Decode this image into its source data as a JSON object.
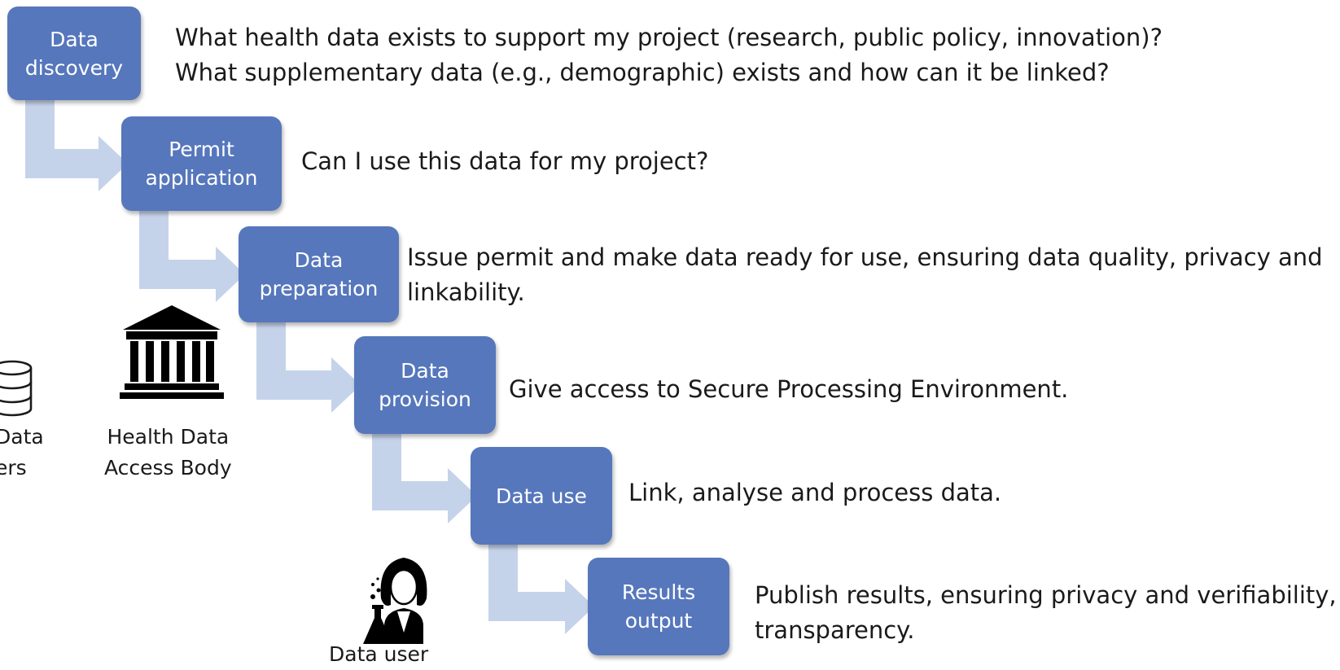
{
  "colors": {
    "step_fill": "#5677BC",
    "connector_fill": "#C5D3EA",
    "text": "#1a1a1a"
  },
  "steps": [
    {
      "id": "data-discovery",
      "label": "Data\ndiscovery",
      "description": "What health data exists to support my project (research, public policy, innovation)?\nWhat supplementary data (e.g., demographic) exists and how can it be linked?"
    },
    {
      "id": "permit-application",
      "label": "Permit\napplication",
      "description": "Can I use this data for my project?"
    },
    {
      "id": "data-preparation",
      "label": "Data\npreparation",
      "description": "Issue permit and make data ready for use, ensuring data quality, privacy and\nlinkability."
    },
    {
      "id": "data-provision",
      "label": "Data\nprovision",
      "description": "Give access to Secure Processing Environment."
    },
    {
      "id": "data-use",
      "label": "Data use",
      "description": "Link, analyse and process data."
    },
    {
      "id": "results-output",
      "label": "Results\noutput",
      "description": "Publish results, ensuring privacy and verifiability,\ntransparency."
    }
  ],
  "actors": {
    "data_holders": {
      "label": "Data\ners",
      "icon": "database-icon"
    },
    "access_body": {
      "label": "Health Data\nAccess Body",
      "icon": "institution-icon"
    },
    "data_user": {
      "label": "Data user",
      "icon": "scientist-icon"
    }
  }
}
